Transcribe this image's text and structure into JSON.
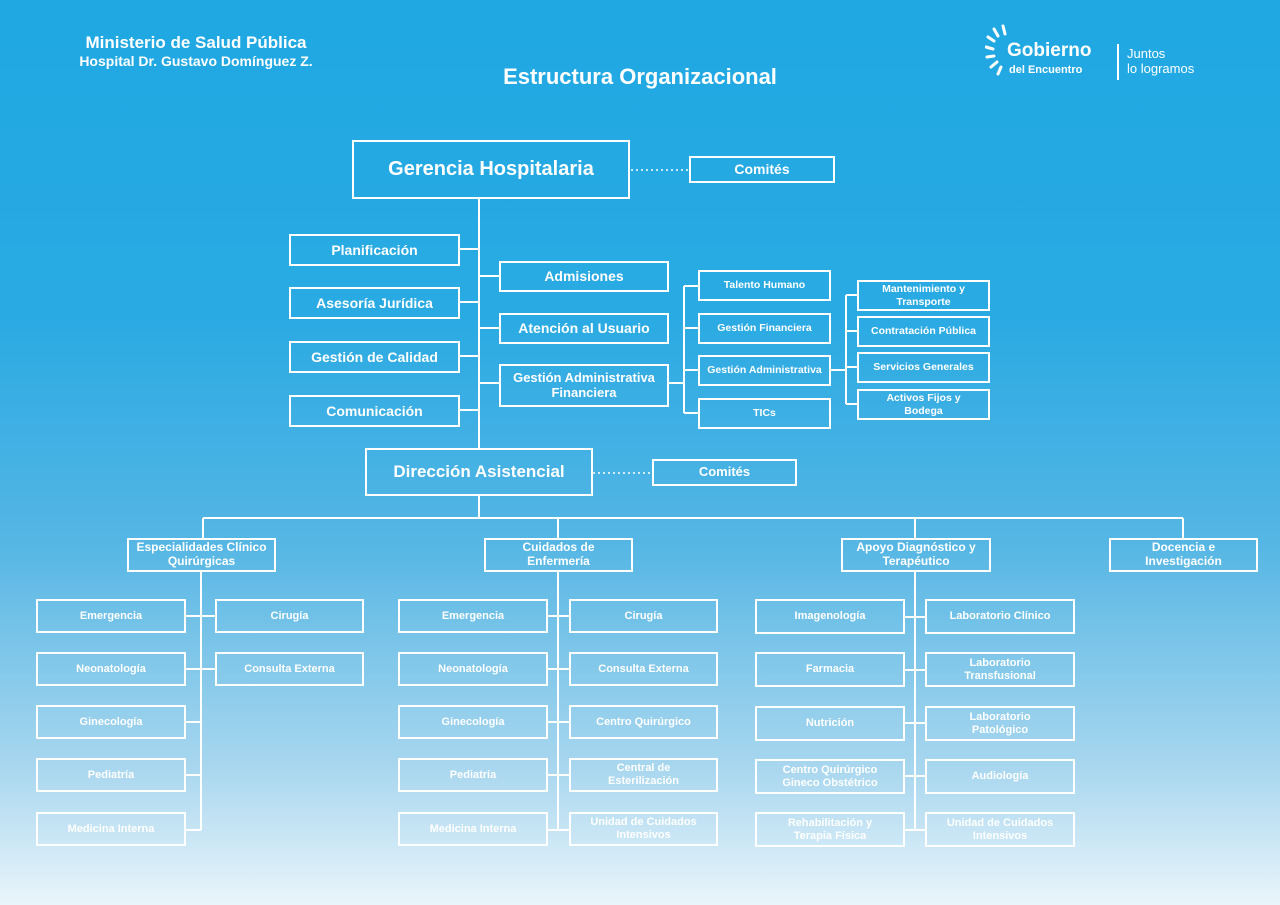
{
  "header": {
    "ministry": "Ministerio de Salud Pública",
    "hospital": "Hospital Dr. Gustavo Domínguez Z.",
    "title": "Estructura Organizacional",
    "logo_line1": "Gobierno",
    "logo_line2": "del Encuentro",
    "tagline": "Juntos\nlo logramos"
  },
  "org": {
    "gerencia": "Gerencia Hospitalaria",
    "comites_top": "Comités",
    "staff_left": [
      "Planificación",
      "Asesoría Jurídica",
      "Gestión de Calidad",
      "Comunicación"
    ],
    "staff_right": [
      "Admisiones",
      "Atención al Usuario",
      "Gestión Administrativa\nFinanciera"
    ],
    "gaf_units": [
      "Talento Humano",
      "Gestión Financiera",
      "Gestión Administrativa",
      "TICs"
    ],
    "ga_units": [
      "Mantenimiento y\nTransporte",
      "Contratación Pública",
      "Servicios Generales",
      "Activos Fijos y\nBodega"
    ],
    "direccion": "Dirección Asistencial",
    "comites_mid": "Comités",
    "areas": [
      "Especialidades Clínico\nQuirúrgicas",
      "Cuidados de\nEnfermería",
      "Apoyo Diagnóstico y\nTerapéutico",
      "Docencia e\nInvestigación"
    ],
    "esp_left": [
      "Emergencia",
      "Neonatología",
      "Ginecología",
      "Pediatría",
      "Medicina Interna"
    ],
    "esp_right": [
      "Cirugía",
      "Consulta Externa"
    ],
    "enf_left": [
      "Emergencia",
      "Neonatología",
      "Ginecología",
      "Pediatría",
      "Medicina Interna"
    ],
    "enf_right": [
      "Cirugía",
      "Consulta Externa",
      "Centro Quirúrgico",
      "Central de\nEsterilización",
      "Unidad de Cuidados\nIntensivos"
    ],
    "apoyo_left": [
      "Imagenología",
      "Farmacia",
      "Nutrición",
      "Centro Quirúrgico\nGineco Obstétrico",
      "Rehabilitación y\nTerapia Física"
    ],
    "apoyo_right": [
      "Laboratorio Clínico",
      "Laboratorio\nTransfusional",
      "Laboratorio\nPatológico",
      "Audiología",
      "Unidad de Cuidados\nIntensivos"
    ]
  }
}
